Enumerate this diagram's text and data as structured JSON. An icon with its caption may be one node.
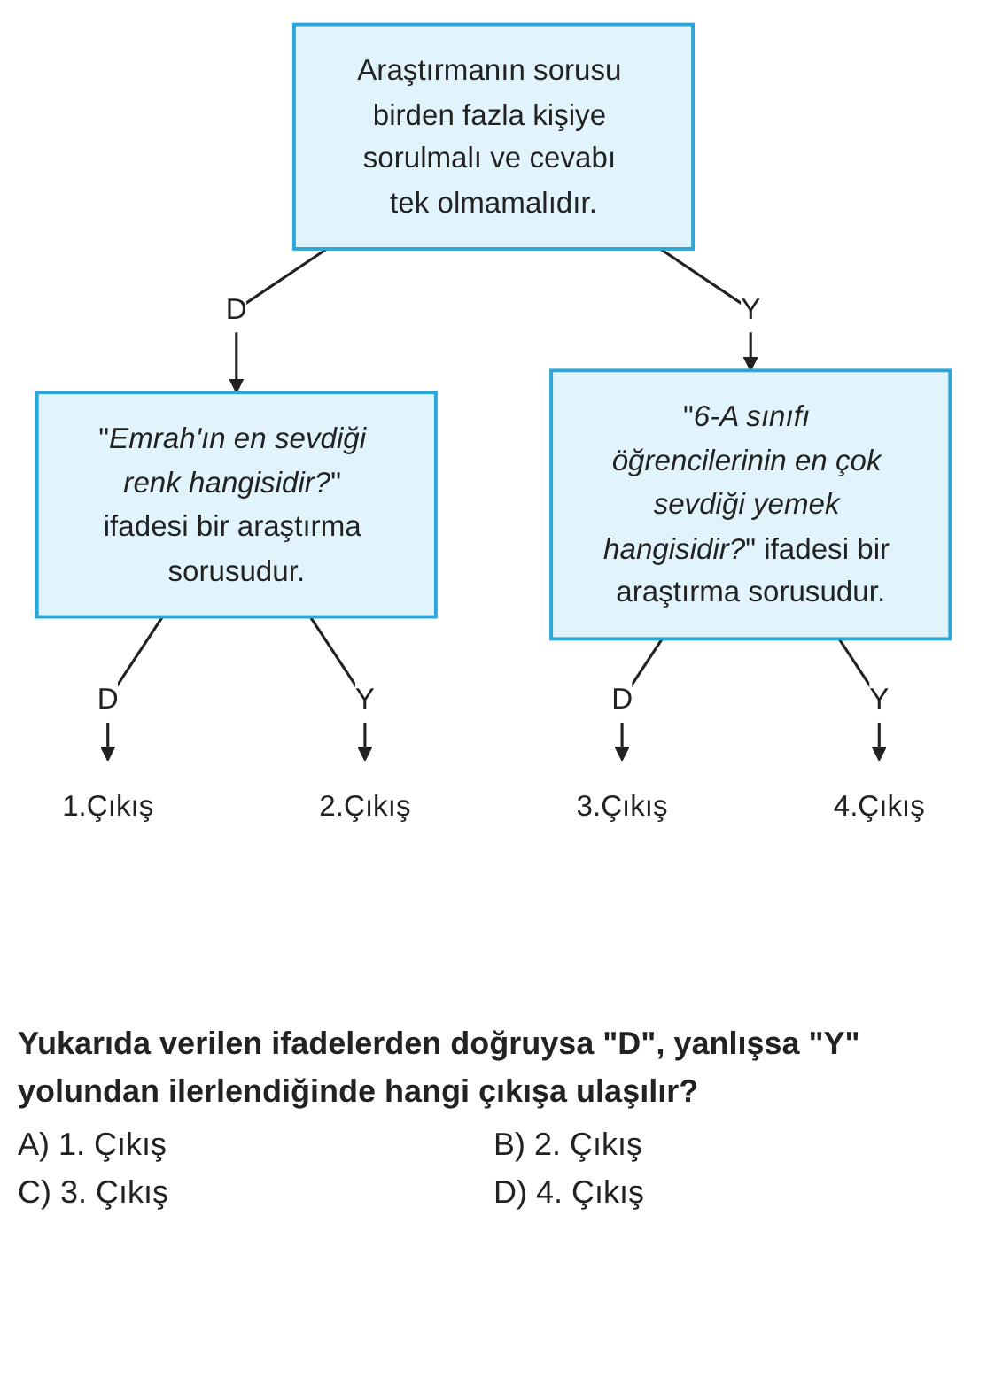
{
  "diagram": {
    "nodes": [
      {
        "text": [
          "Araştırmanın sorusu birden fazla kişiye sorulmalı ve cevabı tek olmamalıdır."
        ]
      },
      {
        "text": [
          "\"*Emrah'ın en sevdiği renk hangisidir?*\" ifadesi bir araştırma sorusudur."
        ]
      },
      {
        "text": [
          "\"*6-A sınıfı öğrencilerinin en çok sevdiği yemek hangisidir?*\" ifadesi bir araştırma sorusudur."
        ]
      },
      {
        "text": [
          "1.Çıkış"
        ]
      },
      {
        "text": [
          "2.Çıkış"
        ]
      },
      {
        "text": [
          "3.Çıkış"
        ]
      },
      {
        "text": [
          "4.Çıkış"
        ]
      }
    ],
    "edges": [
      {
        "from": 0,
        "to": 1,
        "arrow": "to",
        "label": "D"
      },
      {
        "from": 0,
        "to": 2,
        "arrow": "to",
        "label": "Y"
      },
      {
        "from": 1,
        "to": 3,
        "arrow": "to",
        "label": "D"
      },
      {
        "from": 1,
        "to": 4,
        "arrow": "to",
        "label": "Y"
      },
      {
        "from": 2,
        "to": 5,
        "arrow": "to",
        "label": "D"
      },
      {
        "from": 2,
        "to": 6,
        "arrow": "to",
        "label": "Y"
      }
    ],
    "caption": "Yukarıda verilen ifadelerden doğruysa \"D\", yanlışsa \"Y\" yolundan ilerlendiğinde hangi çıkışa ulaşılır?",
    "labels": [
      "A) 1. Çıkış",
      "B) 2. Çıkış",
      "C) 3. Çıkış",
      "D) 4. Çıkış"
    ]
  }
}
